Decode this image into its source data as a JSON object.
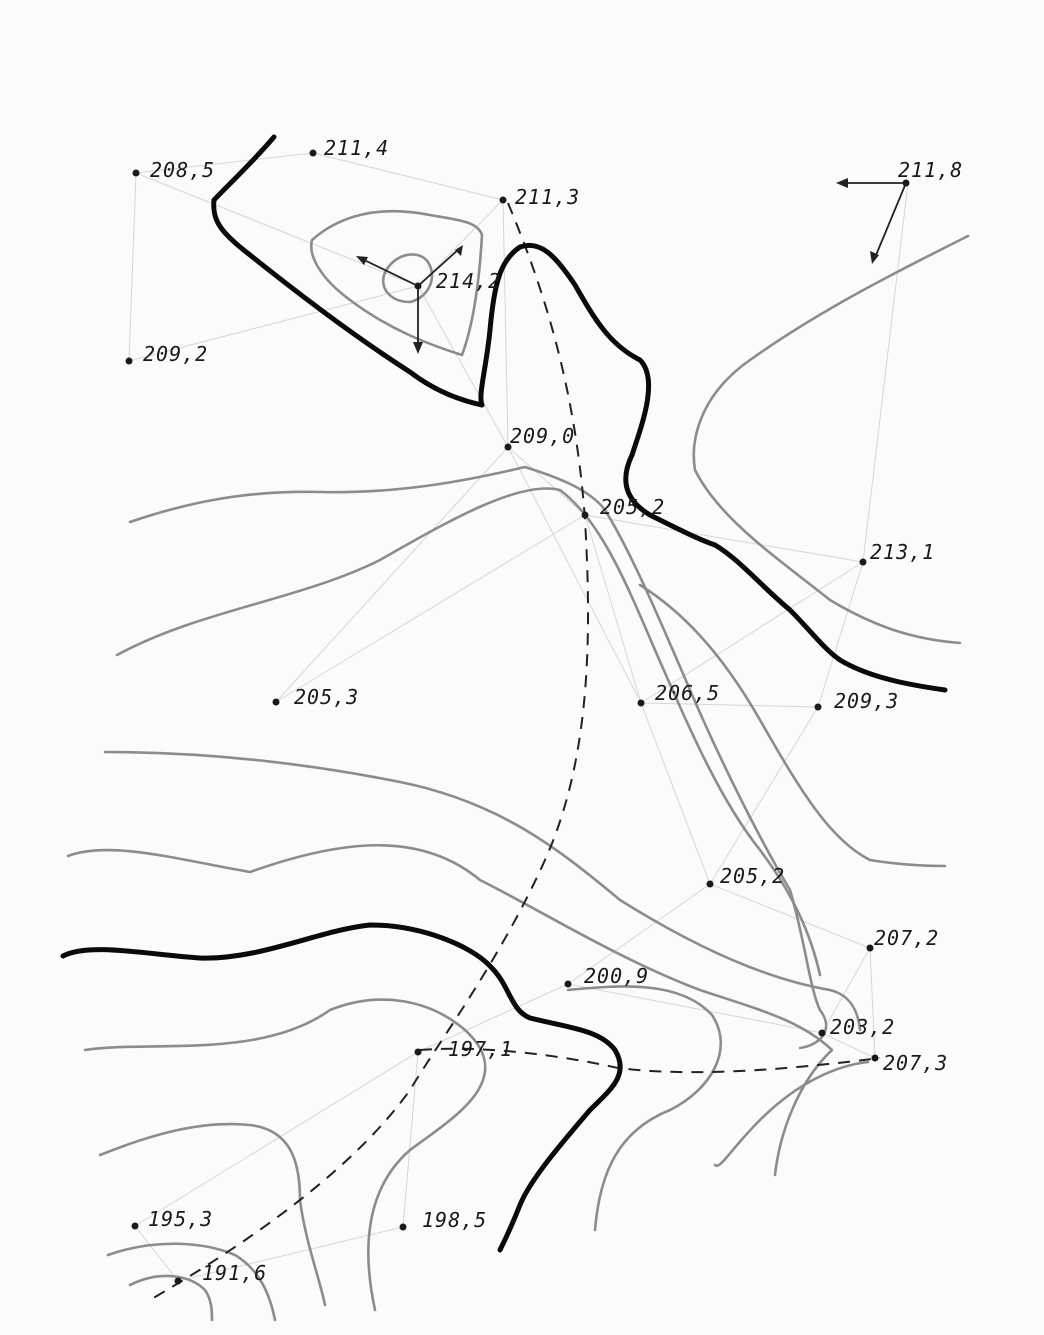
{
  "points": [
    {
      "id": "p1",
      "value": "208,5"
    },
    {
      "id": "p2",
      "value": "211,4"
    },
    {
      "id": "p3",
      "value": "211,3"
    },
    {
      "id": "p4",
      "value": "211,8"
    },
    {
      "id": "p5",
      "value": "214,2"
    },
    {
      "id": "p6",
      "value": "209,2"
    },
    {
      "id": "p7",
      "value": "209,0"
    },
    {
      "id": "p8",
      "value": "205,2"
    },
    {
      "id": "p9",
      "value": "213,1"
    },
    {
      "id": "p10",
      "value": "205,3"
    },
    {
      "id": "p11",
      "value": "206,5"
    },
    {
      "id": "p12",
      "value": "209,3"
    },
    {
      "id": "p13",
      "value": "205,2"
    },
    {
      "id": "p14",
      "value": "207,2"
    },
    {
      "id": "p15",
      "value": "200,9"
    },
    {
      "id": "p16",
      "value": "203,2"
    },
    {
      "id": "p17",
      "value": "197,1"
    },
    {
      "id": "p18",
      "value": "207,3"
    },
    {
      "id": "p19",
      "value": "195,3"
    },
    {
      "id": "p20",
      "value": "198,5"
    },
    {
      "id": "p21",
      "value": "191,6"
    }
  ],
  "colors": {
    "contour": "#8c8c8c",
    "watershed": "#0a0a0a",
    "thalweg": "#222222",
    "paper": "#fbfbfa"
  }
}
